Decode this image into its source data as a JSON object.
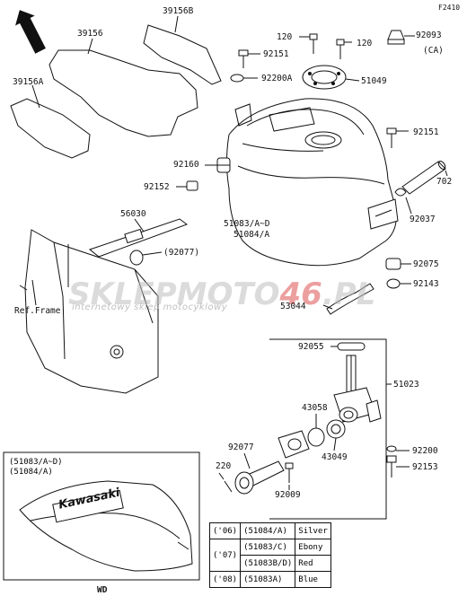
{
  "figure_number": "F2410",
  "front_arrow": "FRONT",
  "watermark": {
    "a": "SKLEP",
    "b": "MOTO",
    "c": "46",
    "d": ".PL",
    "subtitle": "internetowy sklep motocyklowy"
  },
  "parts": {
    "p39156B": "39156B",
    "p39156": "39156",
    "p39156A": "39156A",
    "p120a": "120",
    "p120b": "120",
    "p92093": "92093",
    "p92093_ca": "(CA)",
    "p92151a": "92151",
    "p92200A": "92200A",
    "p51049": "51049",
    "p92151b": "92151",
    "p92160": "92160",
    "p92152": "92152",
    "p702": "702",
    "p92037": "92037",
    "p56030": "56030",
    "p51083": "51083/A~D",
    "p51084": "51084/A",
    "p92077a": "(92077)",
    "p92075": "92075",
    "p92143": "92143",
    "ref_frame": "Ref.Frame",
    "p53044": "53044",
    "p92055": "92055",
    "p51023": "51023",
    "p43058": "43058",
    "p43049": "43049",
    "p92077b": "92077",
    "p92200": "92200",
    "p92153": "92153",
    "p220": "220",
    "p92009": "92009"
  },
  "inset": {
    "line1": "(51083/A~D)",
    "line2": "(51084/A)",
    "brand": "Kawasaki",
    "caption": "WD"
  },
  "spec_table": [
    {
      "year": "('06)",
      "part": "(51084/A)",
      "color": "Silver"
    },
    {
      "year": "('07)",
      "part": "(51083/C)",
      "color": "Ebony"
    },
    {
      "year": "",
      "part": "(51083B/D)",
      "color": "Red"
    },
    {
      "year": "('08)",
      "part": "(51083A)",
      "color": "Blue"
    }
  ]
}
